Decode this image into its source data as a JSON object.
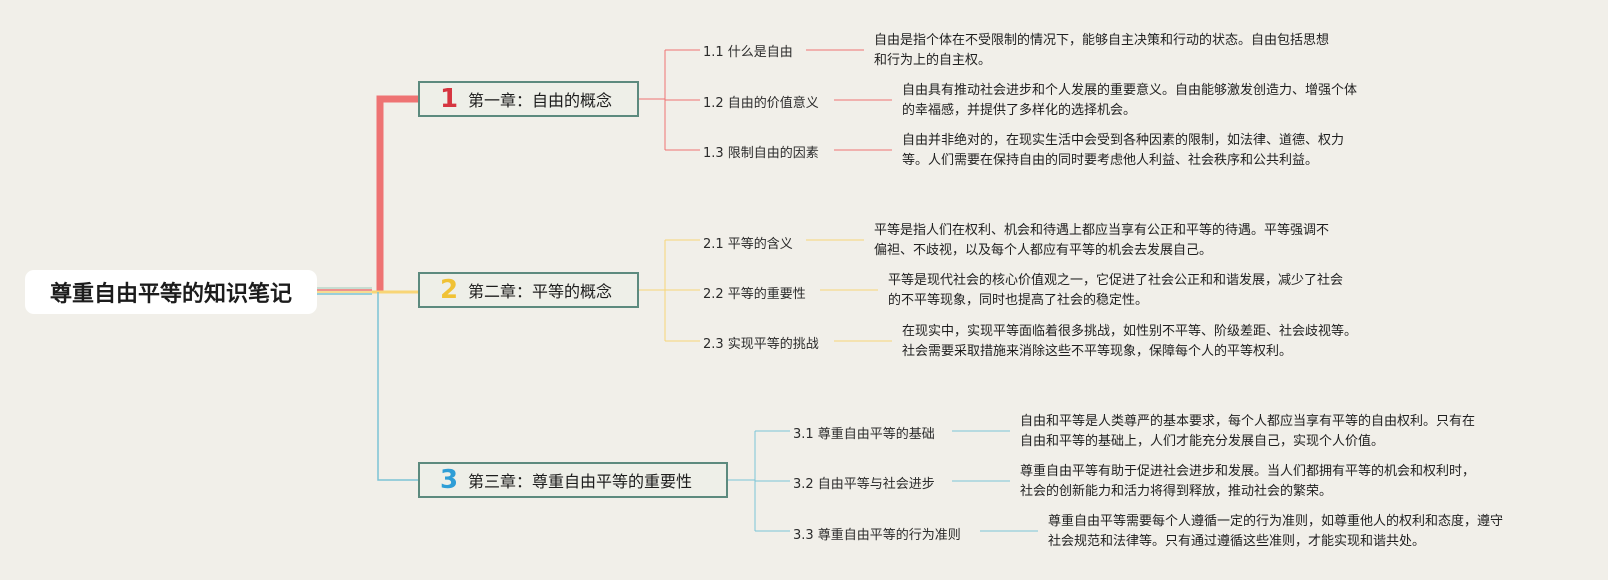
{
  "root": {
    "title": "尊重自由平等的知识笔记"
  },
  "colors": {
    "background": "#f1efe9",
    "border": "#5c8a7e",
    "red": "#ee7373",
    "yellow": "#f8d576",
    "blue": "#7cc4d6"
  },
  "chapters": [
    {
      "number": "1",
      "title": "第一章：自由的概念",
      "color": "#ee7373",
      "number_color": "#d63540",
      "topics": [
        {
          "label": "1.1 什么是自由",
          "description": [
            "自由是指个体在不受限制的情况下，能够自主决策和行动的状态。自由包括思想",
            "和行为上的自主权。"
          ]
        },
        {
          "label": "1.2 自由的价值意义",
          "description": [
            "自由具有推动社会进步和个人发展的重要意义。自由能够激发创造力、增强个体",
            "的幸福感，并提供了多样化的选择机会。"
          ]
        },
        {
          "label": "1.3 限制自由的因素",
          "description": [
            "自由并非绝对的，在现实生活中会受到各种因素的限制，如法律、道德、权力",
            "等。人们需要在保持自由的同时要考虑他人利益、社会秩序和公共利益。"
          ]
        }
      ]
    },
    {
      "number": "2",
      "title": "第二章：平等的概念",
      "color": "#f8d576",
      "number_color": "#f0c235",
      "topics": [
        {
          "label": "2.1 平等的含义",
          "description": [
            "平等是指人们在权利、机会和待遇上都应当享有公正和平等的待遇。平等强调不",
            "偏袒、不歧视，以及每个人都应有平等的机会去发展自己。"
          ]
        },
        {
          "label": "2.2 平等的重要性",
          "description": [
            "平等是现代社会的核心价值观之一，它促进了社会公正和和谐发展，减少了社会",
            "的不平等现象，同时也提高了社会的稳定性。"
          ]
        },
        {
          "label": "2.3 实现平等的挑战",
          "description": [
            "在现实中，实现平等面临着很多挑战，如性别不平等、阶级差距、社会歧视等。",
            "社会需要采取措施来消除这些不平等现象，保障每个人的平等权利。"
          ]
        }
      ]
    },
    {
      "number": "3",
      "title": "第三章：尊重自由平等的重要性",
      "color": "#7cc4d6",
      "number_color": "#2f9ed6",
      "topics": [
        {
          "label": "3.1 尊重自由平等的基础",
          "description": [
            "自由和平等是人类尊严的基本要求，每个人都应当享有平等的自由权利。只有在",
            "自由和平等的基础上，人们才能充分发展自己，实现个人价值。"
          ]
        },
        {
          "label": "3.2 自由平等与社会进步",
          "description": [
            "尊重自由平等有助于促进社会进步和发展。当人们都拥有平等的机会和权利时，",
            "社会的创新能力和活力将得到释放，推动社会的繁荣。"
          ]
        },
        {
          "label": "3.3 尊重自由平等的行为准则",
          "description": [
            "尊重自由平等需要每个人遵循一定的行为准则，如尊重他人的权利和态度，遵守",
            "社会规范和法律等。只有通过遵循这些准则，才能实现和谐共处。"
          ]
        }
      ]
    }
  ]
}
